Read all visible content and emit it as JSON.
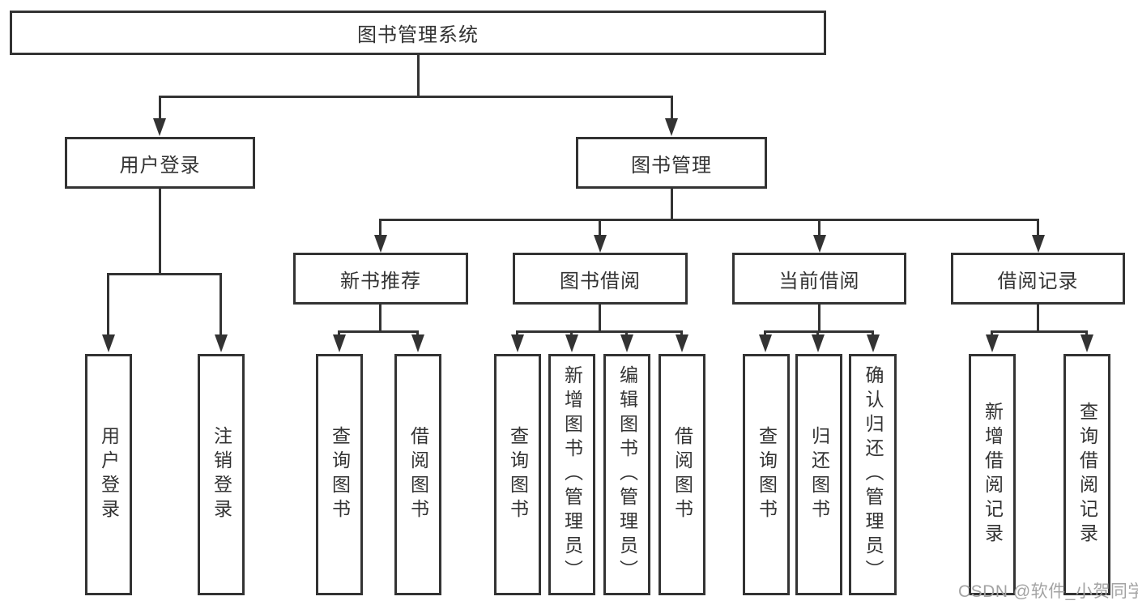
{
  "tree": {
    "root": {
      "label": "图书管理系统",
      "children": [
        {
          "label": "用户登录",
          "children": [
            {
              "label": "用户登录"
            },
            {
              "label": "注销登录"
            }
          ]
        },
        {
          "label": "图书管理",
          "children": [
            {
              "label": "新书推荐",
              "children": [
                {
                  "label": "查询图书"
                },
                {
                  "label": "借阅图书"
                }
              ]
            },
            {
              "label": "图书借阅",
              "children": [
                {
                  "label": "查询图书"
                },
                {
                  "label": "新增图书（管理员）"
                },
                {
                  "label": "编辑图书（管理员）"
                },
                {
                  "label": "借阅图书"
                }
              ]
            },
            {
              "label": "当前借阅",
              "children": [
                {
                  "label": "查询图书"
                },
                {
                  "label": "归还图书"
                },
                {
                  "label": "确认归还（管理员）"
                }
              ]
            },
            {
              "label": "借阅记录",
              "children": [
                {
                  "label": "新增借阅记录"
                },
                {
                  "label": "查询借阅记录"
                }
              ]
            }
          ]
        }
      ]
    }
  },
  "watermark": {
    "text": "CSDN @软件_小贺同学"
  },
  "colors": {
    "line": "#333333",
    "border": "#333333",
    "text": "#333333",
    "background": "#ffffff",
    "watermark_text": "#a3a3a3"
  }
}
